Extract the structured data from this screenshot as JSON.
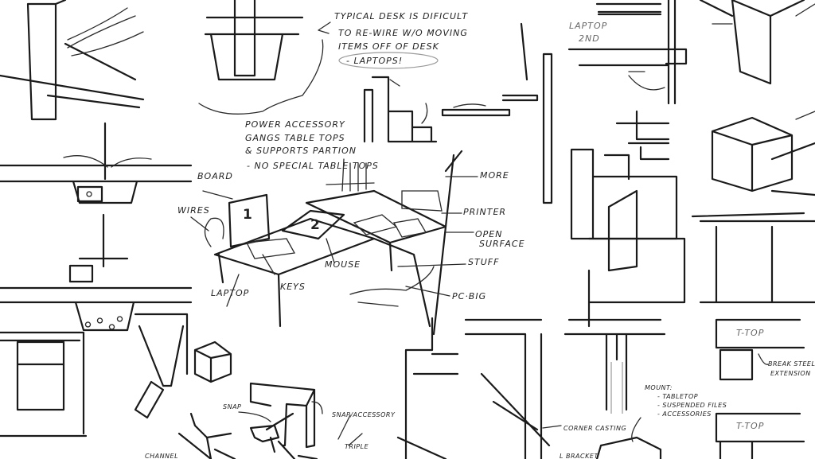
{
  "notes": {
    "typical_desk": [
      "TYPICAL DESK IS DIFICULT",
      "TO RE-WIRE W/O MOVING",
      "ITEMS OFF OF DESK",
      "- LAPTOPS!"
    ],
    "power": [
      "POWER ACCESSORY",
      "GANGS TABLE TOPS",
      "& SUPPORTS PARTION",
      "- NO SPECIAL TABLE TOPS"
    ],
    "laptop_2nd": [
      "LAPTOP",
      "2ND"
    ],
    "mount": [
      "MOUNT:",
      "- TABLETOP",
      "- SUSPENDED FILES",
      "- ACCESSORIES"
    ],
    "break_steel": [
      "BREAK STEEL",
      "EXTENSION"
    ]
  },
  "labels": {
    "board": "BOARD",
    "wires": "WIRES",
    "laptop": "LAPTOP",
    "keys": "KEYS",
    "mouse": "MOUSE",
    "more": "MORE",
    "printer": "PRINTER",
    "open_surface": [
      "OPEN",
      "SURFACE"
    ],
    "stuff": "STUFF",
    "pc_big": "PC·BIG",
    "screen_1": "1",
    "screen_2": "2",
    "t_top_1": "T-TOP",
    "t_top_2": "T-TOP",
    "corner_casting": "CORNER CASTING",
    "l_bracket": "L BRACKET",
    "snap": "SNAP",
    "snap_accessory": "SNAP/ACCESSORY",
    "triple": "TRIPLE",
    "channel": "CHANNEL"
  }
}
